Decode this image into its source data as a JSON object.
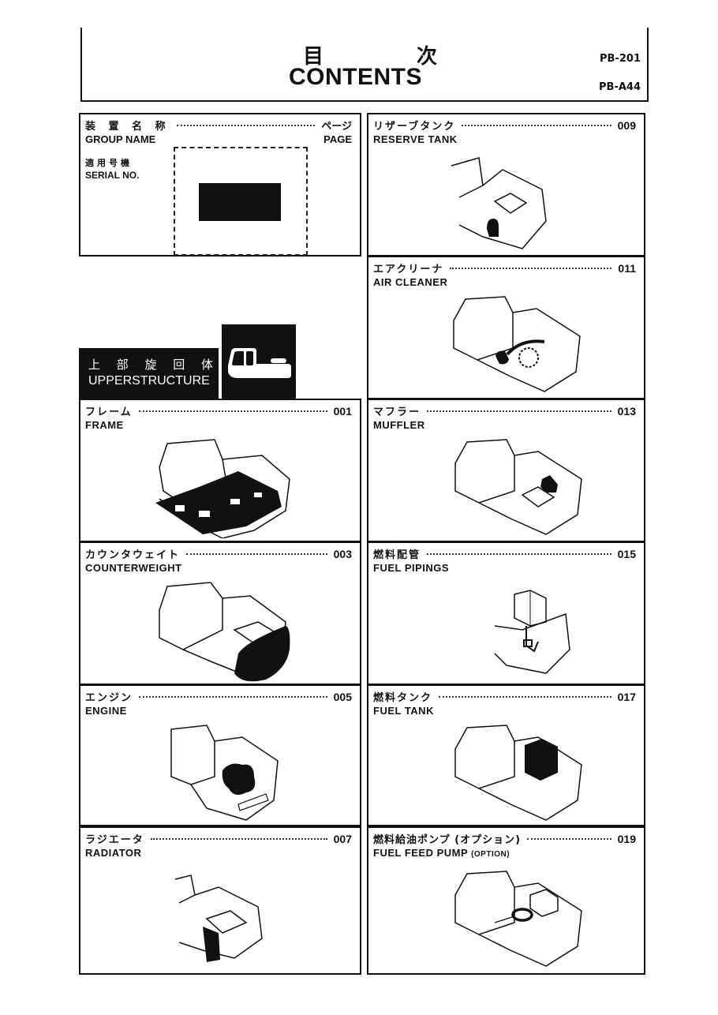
{
  "header": {
    "title_jp_1": "目",
    "title_jp_2": "次",
    "title_en": "CONTENTS",
    "code_1": "PB-201",
    "code_2": "PB-A44"
  },
  "legend": {
    "group_name_jp": "装 置 名 称",
    "page_jp": "ページ",
    "group_name_en": "GROUP NAME",
    "page_en": "PAGE",
    "serial_jp": "適用号機",
    "serial_en": "SERIAL NO."
  },
  "section": {
    "jp_chars": [
      "上",
      "部",
      "旋",
      "回",
      "体"
    ],
    "en": "UPPERSTRUCTURE",
    "icon": "excavator-upperstructure-icon"
  },
  "entries": [
    {
      "jp": "フレーム",
      "en": "FRAME",
      "page": "001",
      "highlight": "frame"
    },
    {
      "jp": "カウンタウェイト",
      "en": "COUNTERWEIGHT",
      "page": "003",
      "highlight": "counterweight"
    },
    {
      "jp": "エンジン",
      "en": "ENGINE",
      "page": "005",
      "highlight": "engine"
    },
    {
      "jp": "ラジエータ",
      "en": "RADIATOR",
      "page": "007",
      "highlight": "radiator"
    },
    {
      "jp": "リザーブタンク",
      "en": "RESERVE  TANK",
      "page": "009",
      "highlight": "reserve-tank"
    },
    {
      "jp": "エアクリーナ",
      "en": "AIR  CLEANER",
      "page": "011",
      "highlight": "air-cleaner"
    },
    {
      "jp": "マフラー",
      "en": "MUFFLER",
      "page": "013",
      "highlight": "muffler"
    },
    {
      "jp": "燃料配管",
      "en": "FUEL  PIPINGS",
      "page": "015",
      "highlight": "fuel-pipings"
    },
    {
      "jp": "燃料タンク",
      "en": "FUEL  TANK",
      "page": "017",
      "highlight": "fuel-tank"
    },
    {
      "jp": "燃料給油ポンプ (オプション)",
      "en": "FUEL  FEED  PUMP",
      "en_suffix": "(OPTION)",
      "page": "019",
      "highlight": "fuel-feed-pump"
    }
  ]
}
